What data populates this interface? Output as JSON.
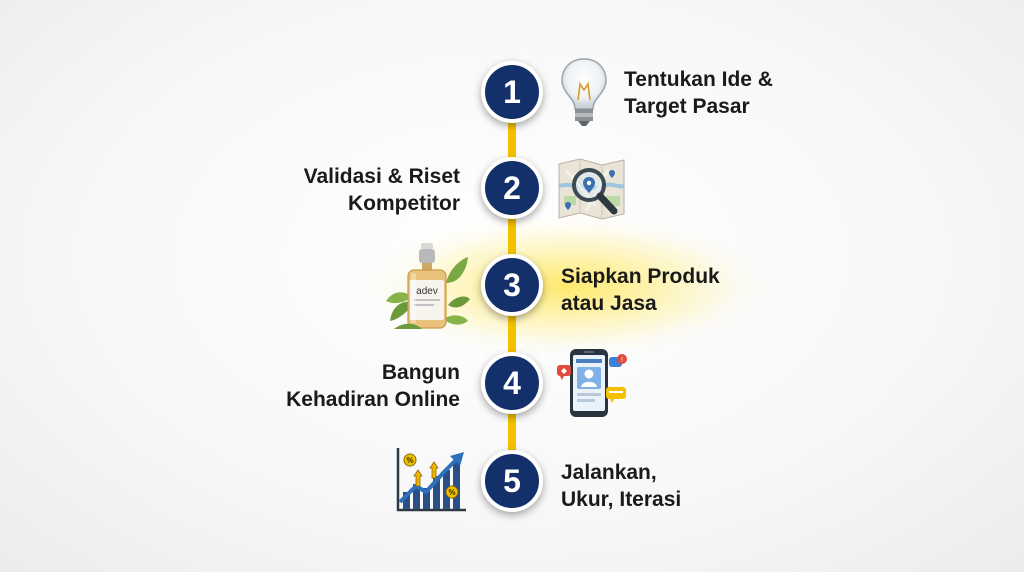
{
  "colors": {
    "badge": "#14306b",
    "spine": "#f2c200",
    "text": "#1a1a1a",
    "highlight_glow": "#ffe23c"
  },
  "steps": [
    {
      "number": "1",
      "lines": [
        "Tentukan Ide &",
        "Target Pasar"
      ],
      "icon": "lightbulb-icon",
      "text_side": "right"
    },
    {
      "number": "2",
      "lines": [
        "Validasi & Riset",
        "Kompetitor"
      ],
      "icon": "map-magnifier-icon",
      "text_side": "left"
    },
    {
      "number": "3",
      "lines": [
        "Siapkan Produk",
        "atau Jasa"
      ],
      "icon": "serum-bottle-icon",
      "text_side": "right",
      "highlighted": true,
      "icon_text": "adev"
    },
    {
      "number": "4",
      "lines": [
        "Bangun",
        "Kehadiran Online"
      ],
      "icon": "social-phone-icon",
      "text_side": "left"
    },
    {
      "number": "5",
      "lines": [
        "Jalankan,",
        "Ukur, Iterasi"
      ],
      "icon": "growth-chart-icon",
      "text_side": "right"
    }
  ]
}
